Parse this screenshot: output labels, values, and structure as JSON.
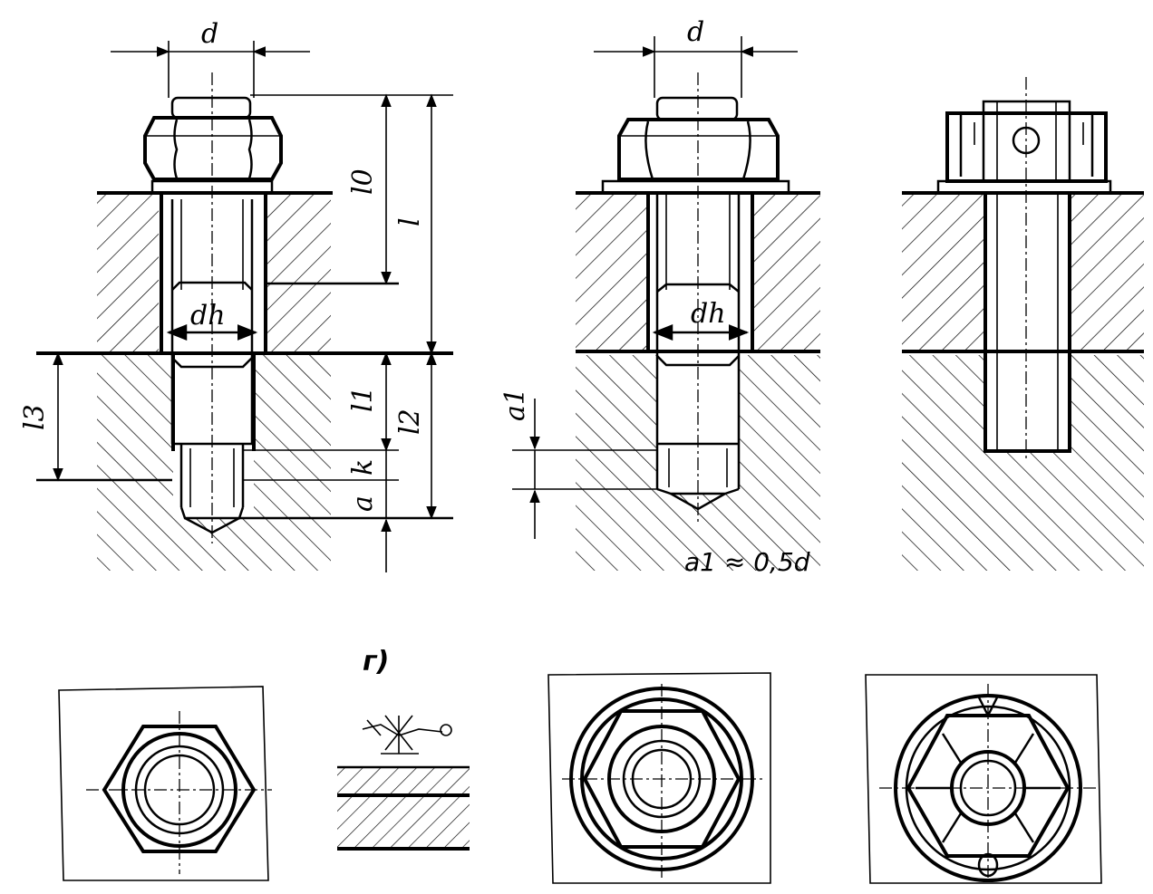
{
  "labels": {
    "top_left_diameter": "d",
    "top_middle_diameter": "d",
    "left_hole_diameter": "dh",
    "middle_hole_diameter": "dh",
    "left_a0": "l0",
    "left_l": "l",
    "left_l1": "l1",
    "left_l2": "l2",
    "left_l3": "l3",
    "left_k": "k",
    "left_a": "a",
    "middle_a1": "a1",
    "formula": "a1 ≈ 0,5d",
    "panel_g": "г)"
  },
  "colors": {
    "ink": "#000000",
    "paper": "#ffffff"
  }
}
